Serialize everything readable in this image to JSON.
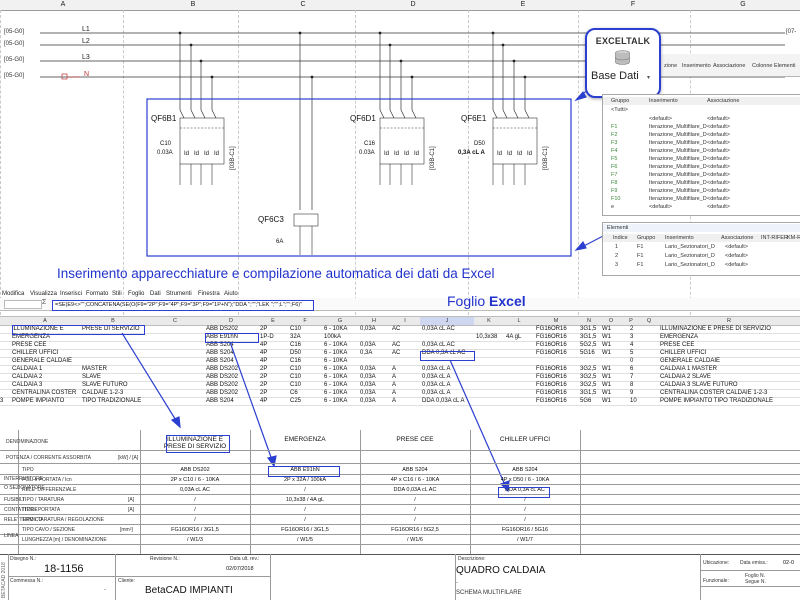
{
  "column_headers": [
    "A",
    "B",
    "C",
    "D",
    "E",
    "F",
    "G"
  ],
  "rails": [
    {
      "ref": "[05-G0]",
      "name": "L1"
    },
    {
      "ref": "[05-G0]",
      "name": "L2"
    },
    {
      "ref": "[05-G0]",
      "name": "L3"
    },
    {
      "ref": "[05-G0]",
      "name": "N"
    }
  ],
  "rail_right_ref": "[07-",
  "breakers": [
    {
      "tag": "QF6B1",
      "rating": "C10",
      "current": "0.03A",
      "side": "[03B-C1]"
    },
    {
      "tag": "QF6D1",
      "rating": "C16",
      "current": "0.03A",
      "side": "[03B-C1]"
    },
    {
      "tag": "QF6E1",
      "rating": "D50",
      "current": "0,3A cL A",
      "side": "[03B-C1]"
    }
  ],
  "switch": {
    "tag": "QF6C3",
    "rating": "6A"
  },
  "pole_labels": [
    "Id",
    "Id",
    "Id",
    "Id"
  ],
  "callout": {
    "title": "EXCELTALK",
    "button": "Base Dati",
    "arrow": "▾"
  },
  "ribbon": {
    "items": [
      "zione",
      "Inserimento",
      "Associazione",
      "Colonne Elementi"
    ]
  },
  "db_panel": {
    "headers": [
      "Gruppo",
      "Inserimento",
      "Associazione"
    ],
    "tutti": "<Tutti>",
    "default_label": "<default>",
    "rows": [
      {
        "g": "",
        "ins": "<default>",
        "as": "<default>"
      },
      {
        "g": "F1",
        "ins": "Iterazione_Multifilare_D",
        "as": "<default>"
      },
      {
        "g": "F2",
        "ins": "Iterazione_Multifilare_D",
        "as": "<default>"
      },
      {
        "g": "F3",
        "ins": "Iterazione_Multifilare_D",
        "as": "<default>"
      },
      {
        "g": "F4",
        "ins": "Iterazione_Multifilare_D",
        "as": "<default>"
      },
      {
        "g": "F5",
        "ins": "Iterazione_Multifilare_D",
        "as": "<default>"
      },
      {
        "g": "F6",
        "ins": "Iterazione_Multifilare_D",
        "as": "<default>"
      },
      {
        "g": "F7",
        "ins": "Iterazione_Multifilare_D",
        "as": "<default>"
      },
      {
        "g": "F8",
        "ins": "Iterazione_Multifilare_D",
        "as": "<default>"
      },
      {
        "g": "F9",
        "ins": "Iterazione_Multifilare_D",
        "as": "<default>"
      },
      {
        "g": "F10",
        "ins": "Iterazione_Multifilare_D",
        "as": "<default>"
      },
      {
        "g": "e",
        "ins": "<default>",
        "as": "<default>"
      }
    ]
  },
  "elements_panel": {
    "title": "Elementi",
    "headers": [
      "Indice",
      "Gruppo",
      "Inserimento",
      "Associazione",
      "INT-RIFER",
      "KM-R"
    ],
    "rows": [
      {
        "i": "1",
        "g": "F1",
        "ins": "Lario_Sezionatori_D",
        "as": "<default>"
      },
      {
        "i": "2",
        "g": "F1",
        "ins": "Lario_Sezionatori_D",
        "as": "<default>"
      },
      {
        "i": "3",
        "g": "F1",
        "ins": "Lario_Sezionatori_D",
        "as": "<default>"
      }
    ]
  },
  "heading": "Inserimento apparecchiature e compilazione automatica dei dati da Excel",
  "excel_title_prefix": "Foglio ",
  "excel_title_bold": "Excel",
  "excel_menu": [
    "Modifica",
    "Visualizza",
    "Inserisci",
    "Formato",
    "Stili",
    "Foglio",
    "Dati",
    "Strumenti",
    "Finestra",
    "Aiuto"
  ],
  "excel_formula": "=SE(E9<>\"\";CONCATENA(SE(O(F9=\"2P\";F9=\"4P\";F9=\"3P\";F9=\"1P+N\");\"DDA \";\"\";\"LEK \";\"\";L\";\"\";F6)\"",
  "excel_cols": [
    "A",
    "B",
    "C",
    "D",
    "E",
    "F",
    "G",
    "H",
    "I",
    "J",
    "K",
    "L",
    "M",
    "N",
    "O",
    "P",
    "Q",
    "R"
  ],
  "excel_rows": [
    {
      "n": "",
      "a": "ILLUMINAZIONE E",
      "b": "PRESE DI SERVIZIO",
      "e": "ABB DS202",
      "f": "2P",
      "g": "C10",
      "h": "6 - 10KA",
      "i": "0,03A",
      "j": "AC",
      "k": "0,03A cL AC",
      "l": "",
      "m": "",
      "n2": "FG16OR16",
      "o": "3G1,5",
      "p": "W1",
      "q": "2",
      "r": "ILLUMINAZIONE E PRESE DI SERVIZIO"
    },
    {
      "n": "",
      "a": "EMERGENZA",
      "b": "",
      "e": "ABB E91hN",
      "f": "1P-D",
      "g": "32A",
      "h": "100kA",
      "i": "",
      "j": "",
      "k": "",
      "l": "10,3x38",
      "m": "4A gL",
      "n2": "FG16OR16",
      "o": "3G1,5",
      "p": "W1",
      "q": "3",
      "r": "EMERGENZA"
    },
    {
      "n": "",
      "a": "PRESE CEE",
      "b": "",
      "e": "ABB S204",
      "f": "4P",
      "g": "C16",
      "h": "6 - 10KA",
      "i": "0,03A",
      "j": "AC",
      "k": "0,03A cL AC",
      "l": "",
      "m": "",
      "n2": "FG16OR16",
      "o": "5G2,5",
      "p": "W1",
      "q": "4",
      "r": "PRESE CEE"
    },
    {
      "n": "",
      "a": "CHILLER UFFICI",
      "b": "",
      "e": "ABB S204",
      "f": "4P",
      "g": "D50",
      "h": "6 - 10KA",
      "i": "0,3A",
      "j": "AC",
      "k": "DDA 0,3A cL AC",
      "l": "",
      "m": "",
      "n2": "FG16OR16",
      "o": "5G16",
      "p": "W1",
      "q": "5",
      "r": "CHILLER UFFICI"
    },
    {
      "n": "",
      "a": "GENERALE CALDAIE",
      "b": "",
      "e": "ABB S204",
      "f": "4P",
      "g": "C16",
      "h": "6 - 10KA",
      "i": "",
      "j": "",
      "k": "",
      "l": "",
      "m": "",
      "n2": "",
      "o": "",
      "p": "",
      "q": "0",
      "r": "GENERALE CALDAIE"
    },
    {
      "n": "",
      "a": "CALDAIA 1",
      "b": "MASTER",
      "e": "ABB DS202",
      "f": "2P",
      "g": "C10",
      "h": "6 - 10KA",
      "i": "0,03A",
      "j": "A",
      "k": "0,03A cL A",
      "l": "",
      "m": "",
      "n2": "FG16OR16",
      "o": "3G2,5",
      "p": "W1",
      "q": "6",
      "r": "CALDAIA 1 MASTER"
    },
    {
      "n": "",
      "a": "CALDAIA 2",
      "b": "SLAVE",
      "e": "ABB DS202",
      "f": "2P",
      "g": "C10",
      "h": "6 - 10KA",
      "i": "0,03A",
      "j": "A",
      "k": "0,03A cL A",
      "l": "",
      "m": "",
      "n2": "FG16OR16",
      "o": "3G2,5",
      "p": "W1",
      "q": "7",
      "r": "CALDAIA 2 SLAVE"
    },
    {
      "n": "",
      "a": "CALDAIA 3",
      "b": "SLAVE FUTURO",
      "e": "ABB DS202",
      "f": "2P",
      "g": "C10",
      "h": "6 - 10KA",
      "i": "0,03A",
      "j": "A",
      "k": "0,03A cL A",
      "l": "",
      "m": "",
      "n2": "FG16OR16",
      "o": "3G2,5",
      "p": "W1",
      "q": "8",
      "r": "CALDAIA 3 SLAVE FUTURO"
    },
    {
      "n": "",
      "a": "CENTRALINA COSTER",
      "b": "CALDAIE 1-2-3",
      "e": "ABB DS202",
      "f": "2P",
      "g": "C6",
      "h": "6 - 10KA",
      "i": "0,03A",
      "j": "A",
      "k": "0,03A cL A",
      "l": "",
      "m": "",
      "n2": "FG16OR16",
      "o": "3G1,5",
      "p": "W1",
      "q": "9",
      "r": "CENTRALINA COSTER CALDAIE 1-2-3"
    },
    {
      "n": "3",
      "a": "POMPE IMPIANTO",
      "b": "TIPO TRADIZIONALE",
      "e": "ABB S204",
      "f": "4P",
      "g": "C25",
      "h": "6 - 10KA",
      "i": "0,03A",
      "j": "A",
      "k": "DDA 0,03A cL A",
      "l": "",
      "m": "",
      "n2": "FG16OR16",
      "o": "5G6",
      "p": "W1",
      "q": "10",
      "r": "POMPE IMPIANTO TIPO TRADIZIONALE"
    }
  ],
  "form": {
    "labels": {
      "denominazione": "DENOMINAZIONE",
      "potenza": "POTENZA / CORRENTE ASSORBITA",
      "potenza_unit": "[kW] / [A]",
      "interruttore": "INTERRUTTORE",
      "sezionatore": "O SEZIONATORE",
      "tipo": "TIPO",
      "poli": "POLI x PORTATA / Icn",
      "rele_diff": "RELE' DIFFERENZIALE",
      "fusibili": "FUSIBILI",
      "tipo_taratura": "TIPO / TARATURA",
      "unit_a": "[A]",
      "contattore": "CONTATTORE",
      "tipo_portata": "TIPO / PORTATA",
      "rele_termico": "RELE' TERMICO",
      "tipo_taratura_reg": "TIPO / TARATURA / REGOLAZIONE",
      "linea": "LINEA",
      "tipo_cavo": "TIPO CAVO / SEZIONE",
      "unit_mm": "[mm²]",
      "lunghezza": "LUNGHEZZA [m] / DENOMINAZIONE"
    },
    "columns": [
      {
        "name": "ILLUMINAZIONE E PRESE DI SERVIZIO",
        "tipo": "ABB DS202",
        "poli": "2P  x  C10  /  6 - 10KA",
        "diff": "0,03A  cL  AC",
        "fus": "/",
        "cont": "/",
        "term": "/",
        "cavo": "FG16OR16  /  3G1,5",
        "lung": "/  W1/3"
      },
      {
        "name": "EMERGENZA",
        "tipo": "ABB E91hN",
        "poli": "2P  x  32A  /  100kA",
        "diff": "/",
        "fus": "10,3x38  /  4A  gL",
        "cont": "/",
        "term": "/",
        "cavo": "FG16OR16  /  3G1,5",
        "lung": "/  W1/5"
      },
      {
        "name": "PRESE CEE",
        "tipo": "ABB S204",
        "poli": "4P  x  C16  /  6 - 10KA",
        "diff": "DDA  0,03A  cL  AC",
        "fus": "/",
        "cont": "/",
        "term": "/",
        "cavo": "FG16OR16  /  5G2,5",
        "lung": "/  W1/6"
      },
      {
        "name": "CHILLER UFFICI",
        "tipo": "ABB S204",
        "poli": "4P  x  D50  /  6 - 10KA",
        "diff": "DDA  0,3A  cL  AC",
        "fus": "/",
        "cont": "/",
        "term": "/",
        "cavo": "FG16OR16  /  5G16",
        "lung": "/  W1/7"
      }
    ]
  },
  "title_block": {
    "disegno_label": "Disegno N.:",
    "disegno": "18-1156",
    "revisione_label": "Revisione N.:",
    "data_label": "Data ult. rev.:",
    "data": "02/07/2018",
    "commessa_label": "Commessa N.:",
    "commessa": "-",
    "cliente_label": "Cliente:",
    "cliente": "BetaCAD IMPIANTI",
    "descrizione_label": "Descrizione:",
    "descrizione": "QUADRO CALDAIA",
    "descrizione2": "-",
    "descrizione3": "SCHEMA MULTIFILARE",
    "ubicazione": "Ubicazione:",
    "data_emiss": "Data emiss.:",
    "data_emiss_val": "02-0",
    "foglio": "Foglio N.",
    "funzionale": "Funzionale:",
    "segue": "Segue N.",
    "side_text": "BETACAD 2018"
  }
}
